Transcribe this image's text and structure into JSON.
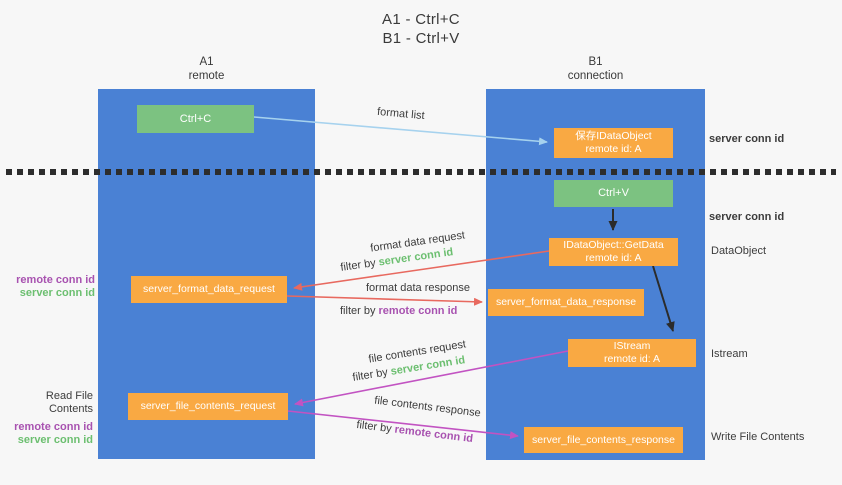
{
  "title": {
    "line1": "A1 - Ctrl+C",
    "line2": "B1 - Ctrl+V"
  },
  "columns": {
    "left": {
      "title": "A1",
      "subtitle": "remote"
    },
    "right": {
      "title": "B1",
      "subtitle": "connection"
    }
  },
  "nodes": {
    "ctrl_c": {
      "label": "Ctrl+C"
    },
    "save_idataobject": {
      "line1": "保存IDataObject",
      "line2": "remote id: A"
    },
    "ctrl_v": {
      "label": "Ctrl+V"
    },
    "getdata": {
      "line1": "IDataObject::GetData",
      "line2": "remote id: A"
    },
    "format_request": {
      "label": "server_format_data_request"
    },
    "format_response": {
      "label": "server_format_data_response"
    },
    "istream": {
      "line1": "IStream",
      "line2": "remote id: A"
    },
    "file_request": {
      "label": "server_file_contents_request"
    },
    "file_response": {
      "label": "server_file_contents_response"
    }
  },
  "edge_labels": {
    "format_list": "format list",
    "format_data_request": "format data request",
    "format_data_response": "format data response",
    "file_contents_request": "file contents request",
    "file_contents_response": "file contents response",
    "filter_by": "filter by ",
    "server_conn_id": "server conn id",
    "remote_conn_id": "remote conn id"
  },
  "side_labels": {
    "server_conn_id_top": "server conn id",
    "server_conn_id_mid": "server conn id",
    "dataobject": "DataObject",
    "istream": "Istream",
    "write_file_contents": "Write File Contents",
    "read_file_contents": "Read File Contents",
    "remote_conn_id": "remote conn id",
    "server_conn_id": "server conn id"
  },
  "colors": {
    "background": "#f7f7f7",
    "column_blue": "#4a81d4",
    "node_orange": "#f9a943",
    "node_green": "#7cc281",
    "arrow_blue": "#a6d2ee",
    "arrow_red": "#e8695f",
    "arrow_magenta": "#c253c2",
    "arrow_black": "#2b2b2b",
    "label_green": "#6cbf70",
    "label_purple": "#a852b0",
    "text_dark": "#3c3c3c"
  }
}
